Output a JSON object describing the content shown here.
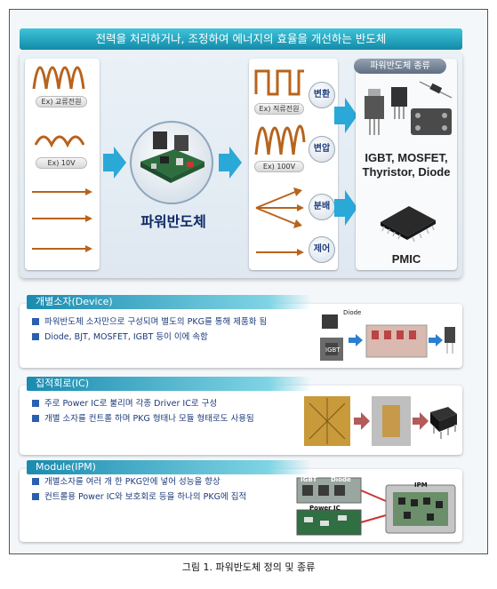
{
  "header": {
    "title": "전력을 처리하거나, 조정하여 에너지의 효율을 개선하는 반도체"
  },
  "input_signals": [
    {
      "label": "Ex) 교류전원"
    },
    {
      "label": "Ex) 10V"
    }
  ],
  "center": {
    "label": "파워반도체"
  },
  "output_signals": [
    {
      "label": "Ex) 직류전원"
    },
    {
      "label": "Ex) 100V"
    }
  ],
  "functions": [
    "변환",
    "변압",
    "분배",
    "제어"
  ],
  "types": {
    "header": "파워반도체 종류",
    "discrete_line1": "IGBT, MOSFET,",
    "discrete_line2": "Thyristor, Diode",
    "ic": "PMIC"
  },
  "sections": [
    {
      "title": "개별소자(Device)",
      "bullets": [
        "파워반도체 소자만으로 구성되며 별도의 PKG를 통해 제품화 됨",
        "Diode, BJT, MOSFET, IGBT 등이 이에 속함"
      ],
      "image_labels": [
        "Diode",
        "IGBT"
      ]
    },
    {
      "title": "집적회로(IC)",
      "bullets": [
        "주로 Power IC로 불리며 각종 Driver IC로 구성",
        "개별 소자를 컨트롤 하며 PKG 형태나 모듈 형태로도 사용됨"
      ]
    },
    {
      "title": "Module(IPM)",
      "bullets": [
        "개별소자를 여러 개 한 PKG안에 넣어 성능을 향상",
        "컨트롤용 Power IC와 보호회로 등을 하나의 PKG에 집적"
      ],
      "image_labels": [
        "IGBT",
        "Diode",
        "Power IC",
        "IPM"
      ]
    }
  ],
  "caption": "그림 1. 파워반도체 정의 및 종류",
  "colors": {
    "accent": "#1a8bb0",
    "arrow": "#2aa8d8",
    "wave": "#b8631c",
    "text_blue": "#1b3a7a"
  }
}
